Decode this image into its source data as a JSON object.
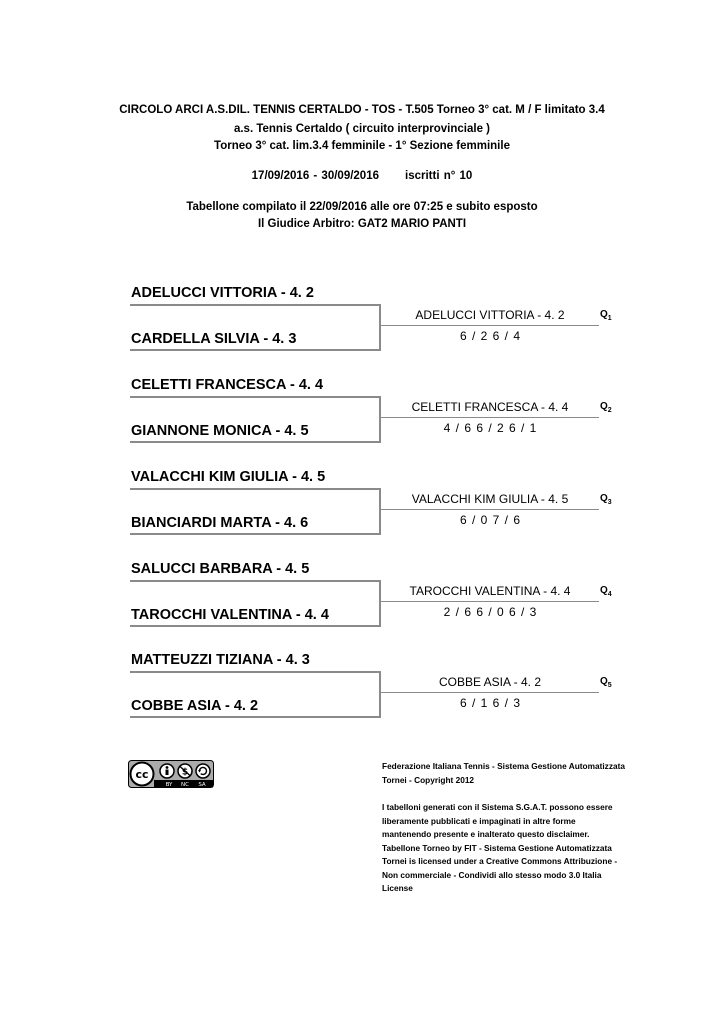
{
  "header": {
    "line1": "CIRCOLO ARCI A.S.DIL. TENNIS CERTALDO - TOS - T.505 Torneo 3° cat. M / F limitato 3.4",
    "line2": "a.s. Tennis Certaldo ( circuito interprovinciale )",
    "line3": "Torneo 3° cat. lim.3.4 femminile - 1° Sezione femminile",
    "dates": "17/09/2016 - 30/09/2016",
    "iscritti": "iscritti n° 10",
    "tabellone": "Tabellone compilato il 22/09/2016 alle ore 07:25 e subito esposto",
    "giudice": "Il Giudice Arbitro: GAT2 MARIO PANTI"
  },
  "matches": [
    {
      "player1": "ADELUCCI VITTORIA - 4. 2",
      "player2": "CARDELLA SILVIA - 4. 3",
      "winner": "ADELUCCI VITTORIA - 4. 2",
      "score": "6 / 2    6 / 4",
      "q": "Q",
      "qnum": "1"
    },
    {
      "player1": "CELETTI FRANCESCA - 4. 4",
      "player2": "GIANNONE MONICA - 4. 5",
      "winner": "CELETTI FRANCESCA - 4. 4",
      "score": "4 / 6    6 / 2    6 / 1",
      "q": "Q",
      "qnum": "2"
    },
    {
      "player1": "VALACCHI KIM GIULIA - 4. 5",
      "player2": "BIANCIARDI MARTA - 4. 6",
      "winner": "VALACCHI KIM GIULIA - 4. 5",
      "score": "6 / 0    7 / 6",
      "q": "Q",
      "qnum": "3"
    },
    {
      "player1": "SALUCCI BARBARA - 4. 5",
      "player2": "TAROCCHI VALENTINA - 4. 4",
      "winner": "TAROCCHI VALENTINA - 4. 4",
      "score": "2 / 6    6 / 0    6 / 3",
      "q": "Q",
      "qnum": "4"
    },
    {
      "player1": "MATTEUZZI TIZIANA - 4. 3",
      "player2": "COBBE ASIA - 4. 2",
      "winner": "COBBE ASIA - 4. 2",
      "score": "6 / 1    6 / 3",
      "q": "Q",
      "qnum": "5"
    }
  ],
  "license_badge": {
    "cc": "cc",
    "by": "BY",
    "nc": "NC",
    "sa": "SA"
  },
  "footer": {
    "line1": "Federazione Italiana Tennis - Sistema Gestione Automatizzata",
    "line2": "Tornei - Copyright 2012",
    "disclaimer": [
      "I tabelloni generati con il Sistema S.G.A.T. possono essere",
      "liberamente pubblicati e impaginati in altre forme",
      "mantenendo presente e inalterato questo disclaimer.",
      "Tabellone Torneo by FIT - Sistema Gestione Automatizzata",
      "Tornei is licensed under a Creative Commons Attribuzione -",
      "Non commerciale - Condividi allo stesso modo 3.0 Italia",
      "License"
    ]
  }
}
